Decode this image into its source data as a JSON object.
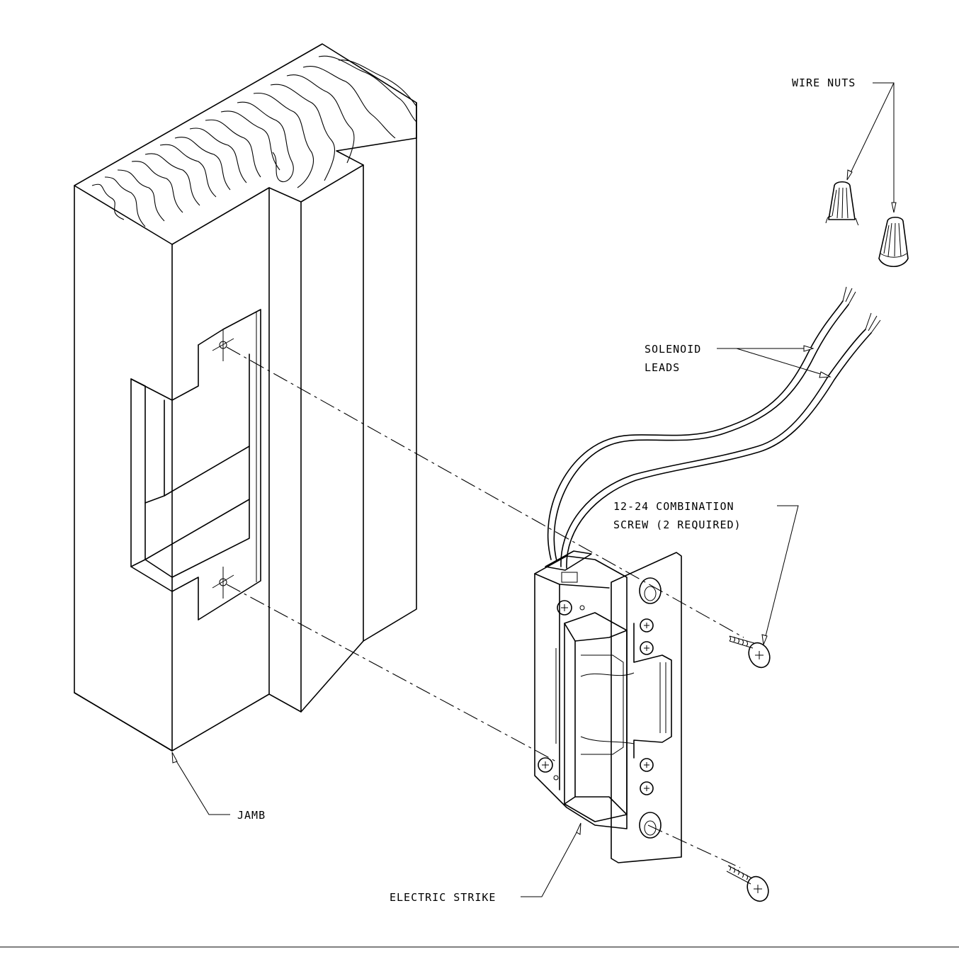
{
  "labels": {
    "wire_nuts": "WIRE NUTS",
    "solenoid_line1": "SOLENOID",
    "solenoid_line2": "LEADS",
    "screw_line1": "12-24 COMBINATION",
    "screw_line2": "SCREW (2 REQUIRED)",
    "jamb": "JAMB",
    "electric_strike": "ELECTRIC STRIKE"
  },
  "colors": {
    "line": "#000000",
    "background": "#ffffff"
  }
}
